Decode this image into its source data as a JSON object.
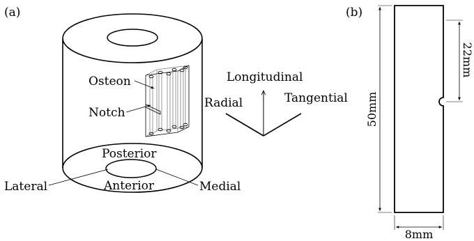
{
  "panel_a": {
    "tag": "(a)",
    "labels": {
      "osteon": "Osteon",
      "notch": "Notch",
      "posterior": "Posterior",
      "anterior": "Anterior",
      "lateral": "Lateral",
      "medial": "Medial"
    },
    "axes": {
      "longitudinal": "Longitudinal",
      "radial": "Radial",
      "tangential": "Tangential"
    }
  },
  "panel_b": {
    "tag": "(b)",
    "dimensions": {
      "height": "50mm",
      "notch_position": "22mm",
      "width": "8mm"
    }
  }
}
